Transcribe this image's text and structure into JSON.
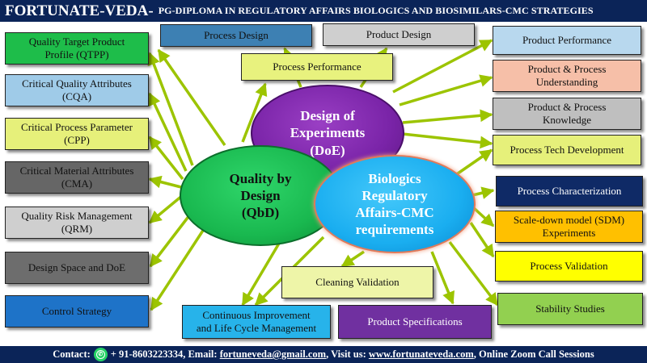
{
  "header": {
    "brand": "FORTUNATE-VEDA-",
    "course": "PG-DIPLOMA IN REGULATORY AFFAIRS BIOLOGICS AND BIOSIMILARS-CMC STRATEGIES"
  },
  "center": {
    "doe": [
      "Design of",
      "Experiments",
      "(DoE)"
    ],
    "qbd": [
      "Quality by",
      "Design",
      "(QbD)"
    ],
    "bio": [
      "Biologics",
      "Regulatory",
      "Affairs-CMC",
      "requirements"
    ]
  },
  "left_boxes": [
    {
      "lines": [
        "Quality Target Product",
        "Profile (QTPP)"
      ],
      "color": "#1ebd4a"
    },
    {
      "lines": [
        "Critical Quality Attributes",
        "(CQA)"
      ],
      "color": "#9fcbe8"
    },
    {
      "lines": [
        "Critical Process Parameter",
        "(CPP)"
      ],
      "color": "#e6f07a"
    },
    {
      "lines": [
        "Critical Material Attributes",
        "(CMA)"
      ],
      "color": "#666666"
    },
    {
      "lines": [
        "Quality Risk Management",
        "(QRM)"
      ],
      "color": "#cfcfcf"
    },
    {
      "lines": [
        "Design Space and DoE"
      ],
      "color": "#6d6d6d"
    },
    {
      "lines": [
        "Control Strategy"
      ],
      "color": "#1e73c8"
    }
  ],
  "top_boxes": [
    {
      "lines": [
        "Process Design"
      ],
      "color": "#3d80b3"
    },
    {
      "lines": [
        "Product Design"
      ],
      "color": "#cfcfcf"
    },
    {
      "lines": [
        "Process Performance"
      ],
      "color": "#e8f27e"
    }
  ],
  "right_boxes": [
    {
      "lines": [
        "Product Performance"
      ],
      "color": "#b8d8ee"
    },
    {
      "lines": [
        "Product & Process",
        "Understanding"
      ],
      "color": "#f6bfa8"
    },
    {
      "lines": [
        "Product & Process",
        "Knowledge"
      ],
      "color": "#bfbfbf"
    },
    {
      "lines": [
        "Process Tech Development"
      ],
      "color": "#e6f07a"
    },
    {
      "lines": [
        "Process Characterization"
      ],
      "color": "#0f2a66"
    },
    {
      "lines": [
        "Scale-down model (SDM)",
        "Experiments"
      ],
      "color": "#ffc000"
    },
    {
      "lines": [
        "Process Validation"
      ],
      "color": "#ffff00"
    },
    {
      "lines": [
        "Stability Studies"
      ],
      "color": "#92d050"
    }
  ],
  "bottom_boxes": [
    {
      "lines": [
        "Cleaning Validation"
      ],
      "color": "#eef5a8"
    },
    {
      "lines": [
        "Continuous Improvement",
        "and Life Cycle Management"
      ],
      "color": "#27b3ea"
    },
    {
      "lines": [
        "Product Specifications"
      ],
      "color": "#7030a0"
    }
  ],
  "footer": {
    "contact_label": "Contact:",
    "phone": "+ 91-8603223334, Email:",
    "email": "fortuneveda@gmail.com",
    "visit": ", Visit us:",
    "website": "www.fortunateveda.com",
    "tail": ", Online Zoom Call Sessions"
  }
}
